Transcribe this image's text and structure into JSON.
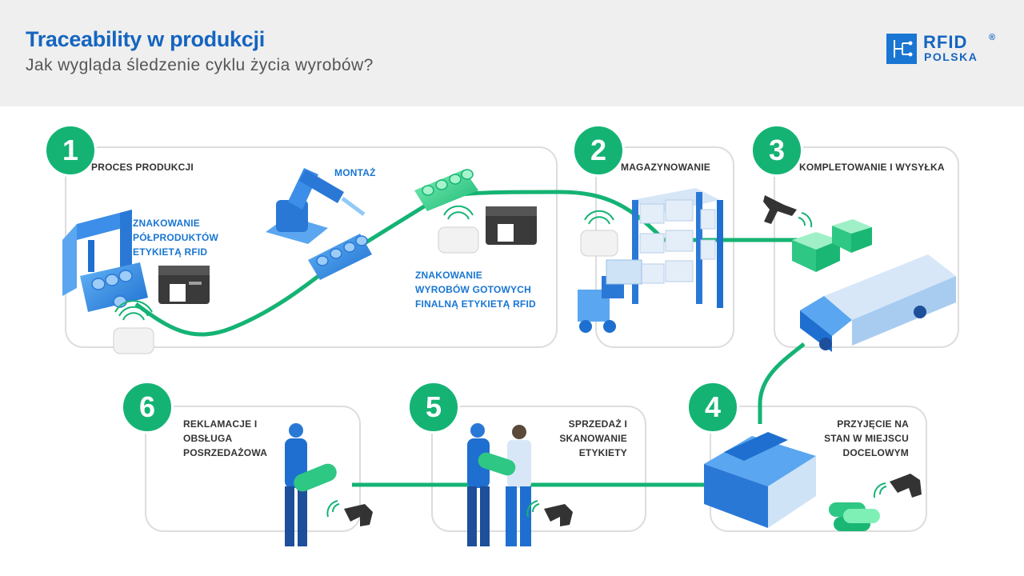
{
  "header": {
    "title": "Traceability w produkcji",
    "subtitle": "Jak wygląda śledzenie cyklu życia wyrobów?"
  },
  "logo": {
    "text": "RFID",
    "sub": "POLSKA",
    "reg": "®"
  },
  "colors": {
    "brand_blue": "#1976d2",
    "accent_green": "#14b374",
    "panel_border": "#dddddd"
  },
  "steps": [
    {
      "number": "1",
      "label": "PROCES PRODUKCJI"
    },
    {
      "number": "2",
      "label": "MAGAZYNOWANIE"
    },
    {
      "number": "3",
      "label": "KOMPLETOWANIE I WYSYŁKA"
    },
    {
      "number": "4",
      "label": [
        "PRZYJĘCIE NA",
        "STAN W MIEJSCU",
        "DOCELOWYM"
      ]
    },
    {
      "number": "5",
      "label": [
        "SPRZEDAŻ I",
        "SKANOWANIE",
        "ETYKIETY"
      ]
    },
    {
      "number": "6",
      "label": [
        "REKLAMACJE I",
        "OBSŁUGA",
        "POSRZEDAŻOWA"
      ]
    }
  ],
  "annotations": {
    "semi": [
      "ZNAKOWANIE",
      "PÓŁPRODUKTÓW",
      "ETYKIETĄ RFID"
    ],
    "assembly": "MONTAŻ",
    "final": [
      "ZNAKOWANIE",
      "WYROBÓW GOTOWYCH",
      "FINALNĄ ETYKIETĄ RFID"
    ]
  },
  "icons": [
    "gantry-robot-icon",
    "label-printer-icon",
    "rfid-reader-icon",
    "robot-arm-icon",
    "conveyor-icon",
    "warehouse-rack-icon",
    "forklift-icon",
    "handheld-scanner-icon",
    "boxes-icon",
    "truck-icon",
    "building-icon",
    "worker-icon",
    "salesman-icon"
  ]
}
